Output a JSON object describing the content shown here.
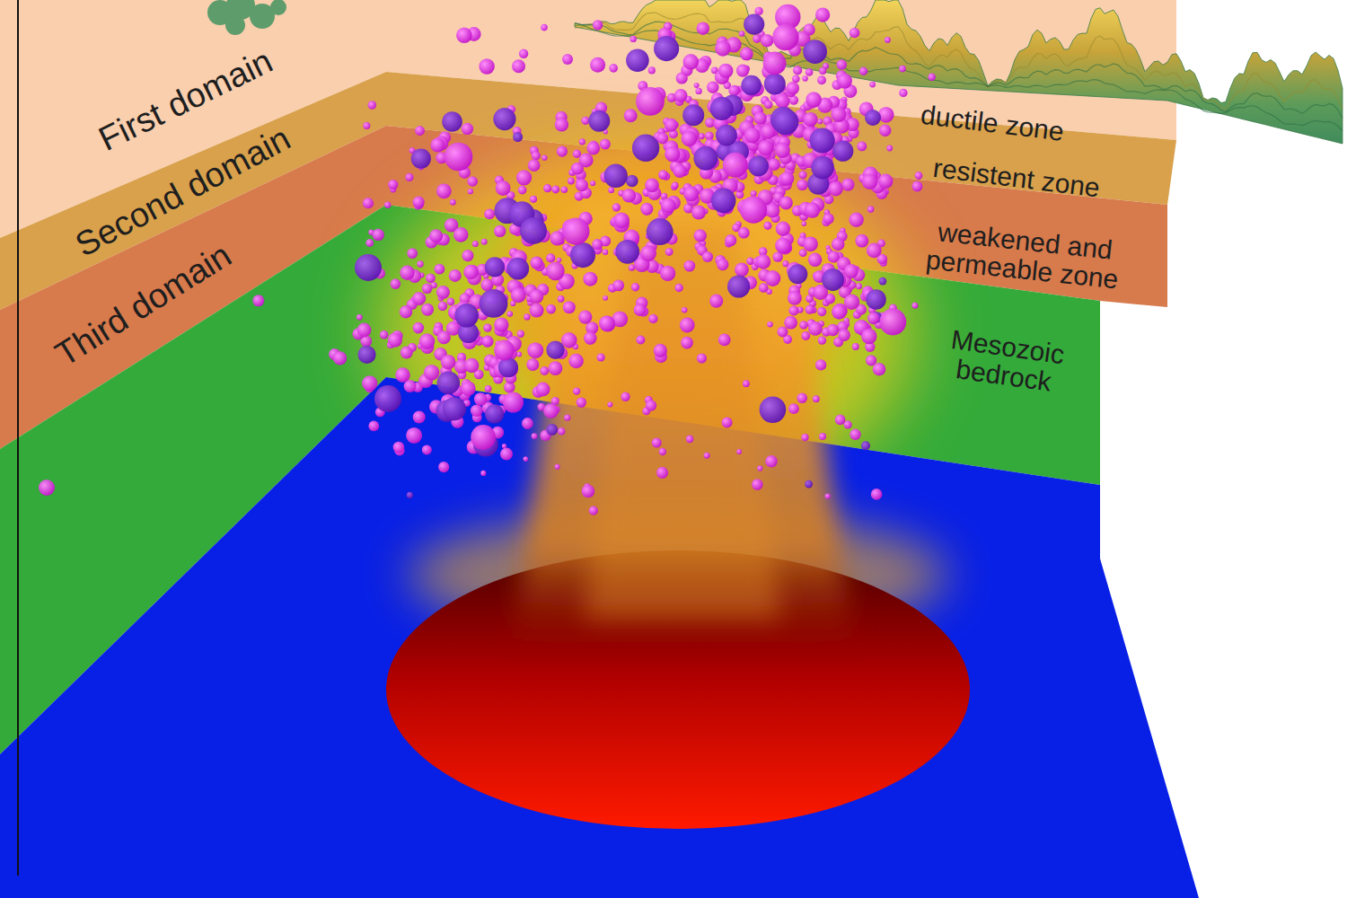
{
  "diagram": {
    "labels": [
      "First domain",
      "Second domain",
      "Third domain",
      "ductile zone",
      "resistent zone",
      "weakened and permeable zone",
      "Mesozoic bedrock"
    ]
  }
}
